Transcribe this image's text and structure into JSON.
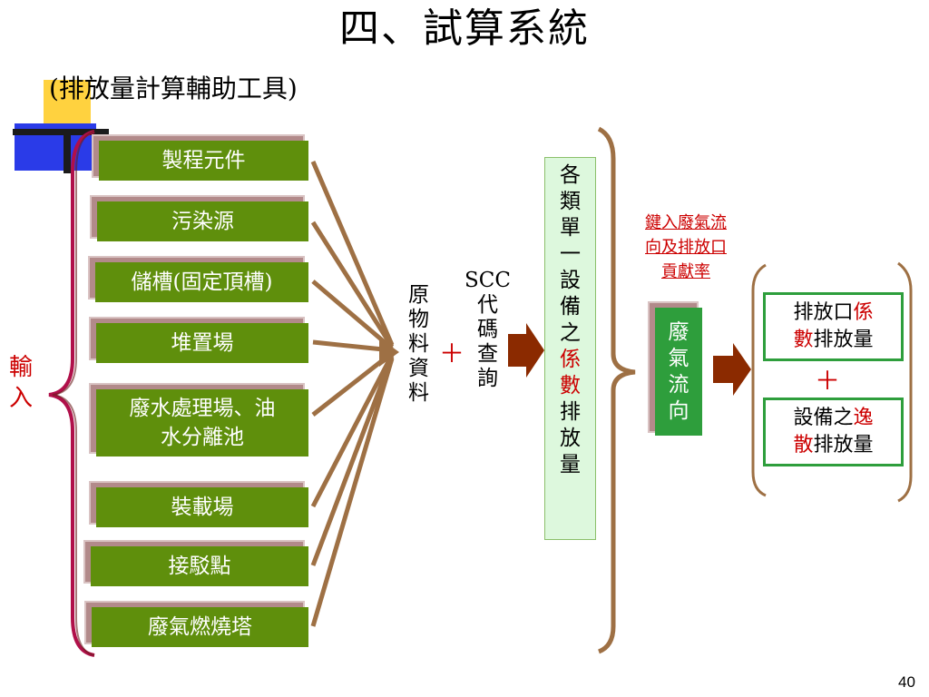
{
  "title": "四、試算系統",
  "subtitle": "(排放量計算輔助工具)",
  "input_label": [
    "輸",
    "入"
  ],
  "sources": [
    {
      "l1": "製程元件",
      "l2": ""
    },
    {
      "l1": "污染源",
      "l2": ""
    },
    {
      "l1": "儲槽(固定頂槽)",
      "l2": ""
    },
    {
      "l1": "堆置場",
      "l2": ""
    },
    {
      "l1": "廢水處理場、油",
      "l2": "水分離池"
    },
    {
      "l1": "裝載場",
      "l2": ""
    },
    {
      "l1": "接駁點",
      "l2": ""
    },
    {
      "l1": "廢氣燃燒塔",
      "l2": ""
    }
  ],
  "raw_data_label": [
    "原",
    "物",
    "料",
    "資",
    "料"
  ],
  "plus": "＋",
  "scc_label": [
    "SCC",
    "代",
    "碼",
    "查",
    "詢"
  ],
  "unit_emission_label": [
    {
      "t": "各",
      "red": false
    },
    {
      "t": "類",
      "red": false
    },
    {
      "t": "單",
      "red": false
    },
    {
      "t": "一",
      "red": false
    },
    {
      "t": "設",
      "red": false
    },
    {
      "t": "備",
      "red": false
    },
    {
      "t": "之",
      "red": false
    },
    {
      "t": "係",
      "red": true
    },
    {
      "t": "數",
      "red": true
    },
    {
      "t": "排",
      "red": false
    },
    {
      "t": "放",
      "red": false
    },
    {
      "t": "量",
      "red": false
    }
  ],
  "keyin_label": [
    "鍵入廢氣流",
    "向及排放口",
    "貢獻率"
  ],
  "flow_label": [
    "廢",
    "氣",
    "流",
    "向"
  ],
  "outlet_box": {
    "a": "排放口",
    "b": "係",
    "c": "數",
    "d": "排放量"
  },
  "fugitive_box": {
    "a": "設備之",
    "b": "逸",
    "c": "散",
    "d": "排放量"
  },
  "page_number": "40",
  "colors": {
    "green_box": "#5f8f0c",
    "flow_box": "#2e9e3c",
    "brace": "#9e7044",
    "arrow": "#8b2a00",
    "red": "#cc0000"
  }
}
